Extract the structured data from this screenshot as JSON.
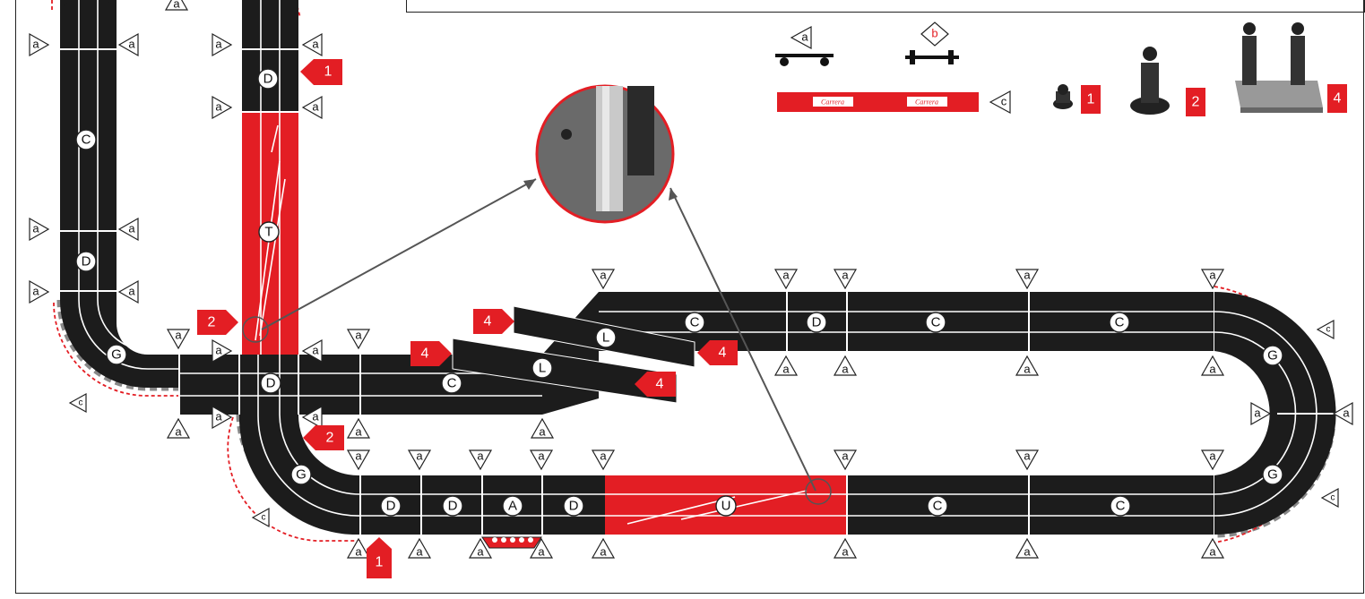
{
  "legend": {
    "connector_a_label": "a",
    "connector_b_label": "b",
    "guard_rail_label": "c",
    "guard_rail_brand_left": "Carrera",
    "guard_rail_brand_right": "Carrera",
    "support_1_label": "1",
    "support_2_label": "2",
    "support_4_label": "4"
  },
  "track_piece_labels": {
    "D_top": "D",
    "C_left": "C",
    "T_red": "T",
    "D_left": "D",
    "G_left": "G",
    "D_cross": "D",
    "C_lower_mid": "C",
    "L_lower": "L",
    "L_upper": "L",
    "C_upper1": "C",
    "D_upper": "D",
    "C_upper2": "C",
    "C_upper3": "C",
    "G_right_top": "G",
    "G_right_bottom": "G",
    "G_bottom_left": "G",
    "D_bottom1": "D",
    "D_bottom2": "D",
    "A_bottom": "A",
    "D_bottom3": "D",
    "U_red": "U",
    "C_bottom1": "C",
    "C_bottom2": "C"
  },
  "support_flags": {
    "top": "1",
    "left": "2",
    "cross_below": "2",
    "bottom": "1",
    "ramp_a": "4",
    "ramp_b": "4",
    "ramp_c": "4",
    "ramp_d": "4"
  },
  "connector_label": "a",
  "guard_label": "c",
  "colors": {
    "track": "#1c1c1c",
    "accent_red": "#e31e24",
    "guard_grey": "#888888"
  }
}
